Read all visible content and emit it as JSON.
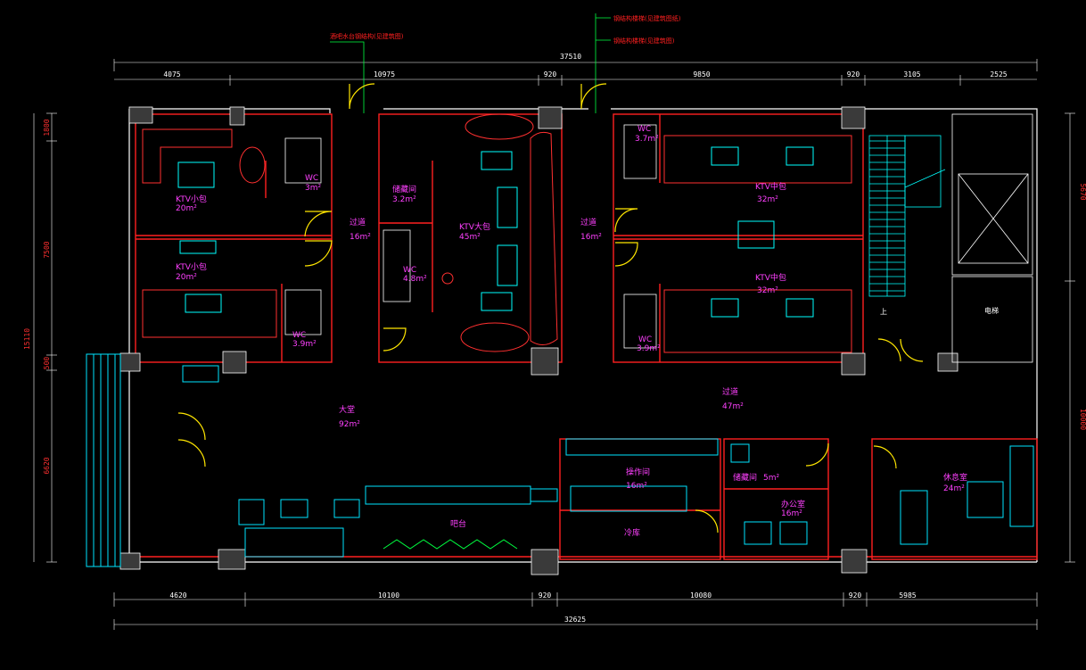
{
  "notes": {
    "left": "酒吧水台钢结构(见建筑图)",
    "right1": "钢结构楼梯(见建筑图纸)",
    "right2": "钢结构楼梯(见建筑图)"
  },
  "dims_top": {
    "total": "37510",
    "d1": "4075",
    "d2": "10975",
    "d3": "920",
    "d4": "9850",
    "d5": "920",
    "d6": "3105",
    "d7": "2525"
  },
  "dims_bottom": {
    "total": "32625",
    "d1": "4620",
    "d2": "10100",
    "d3": "920",
    "d4": "10080",
    "d5": "920",
    "d6": "5985"
  },
  "dims_left": {
    "total": "15110",
    "d1": "1800",
    "d2": "7500",
    "d3": "500",
    "d4": "6620"
  },
  "dims_right": {
    "d1": "5670",
    "d2": "10000"
  },
  "rooms": {
    "ktv_small_1": "KTV小包",
    "ktv_small_1_area": "20m²",
    "ktv_small_2": "KTV小包",
    "ktv_small_2_area": "20m²",
    "wc1": "WC",
    "wc1_area": "3m²",
    "wc2": "WC",
    "wc2_area": "3.9m²",
    "corridor_1": "过道",
    "corridor_1_area": "16m²",
    "ktv_large": "KTV大包",
    "ktv_large_area": "45m²",
    "storage": "储藏间",
    "storage_area": "3.2m²",
    "wc3": "WC",
    "wc3_area": "4.8m²",
    "corridor_2": "过道",
    "corridor_2_area": "16m²",
    "wc4": "WC",
    "wc4_area": "3.7m²",
    "ktv_mid_1": "KTV中包",
    "ktv_mid_1_area": "32m²",
    "ktv_mid_2": "KTV中包",
    "ktv_mid_2_area": "32m²",
    "wc5": "WC",
    "wc5_area": "3.9m²",
    "stair": "上",
    "elevator": "电梯",
    "hall": "大堂",
    "hall_area": "92m²",
    "corridor_3": "过道",
    "corridor_3_area": "47m²",
    "bar": "吧台",
    "kitchen": "操作间",
    "kitchen_area": "16m²",
    "storage_2": "储藏间",
    "storage_2_area": "5m²",
    "office": "办公室",
    "office_area": "16m²",
    "lounge": "休息室",
    "lounge_area": "24m²",
    "cold_room": "冷库"
  }
}
